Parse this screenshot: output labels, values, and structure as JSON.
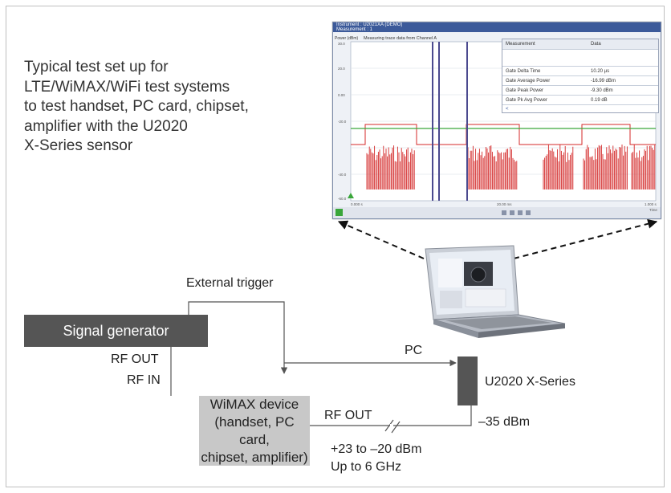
{
  "caption": {
    "lines": [
      "Typical test set up for",
      "LTE/WiMAX/WiFi test systems",
      "to test handset, PC card, chipset,",
      "amplifier with the U2020",
      "X-Series sensor"
    ]
  },
  "blocks": {
    "signal_generator": "Signal generator",
    "wimax_device": {
      "line1": "WiMAX device",
      "line2": "(handset, PC card,",
      "line3": "chipset, amplifier)"
    },
    "sensor": "U2020 X-Series"
  },
  "labels": {
    "external_trigger": "External trigger",
    "rf_out_gen": "RF OUT",
    "rf_in": "RF IN",
    "pc": "PC",
    "rf_out_dev": "RF OUT",
    "power_minus35": "–35 dBm",
    "power_range": "+23 to –20 dBm",
    "freq": "Up to 6 GHz"
  },
  "screen": {
    "title_line1": "Instrument : U2021XA (DEMO)",
    "title_line2": "Measurement : 1",
    "plot_header": "Measuring trace data from Channel A",
    "y_axis_label": "Power (dBm)",
    "y_ticks": [
      "30.0",
      "20.0",
      "0.00",
      "-20.0",
      "-40.0",
      "-60.0"
    ],
    "x_ticks": [
      "0.000 s",
      "20.00 ms",
      "1.000 s"
    ],
    "x_axis_label": "Time",
    "table": {
      "headers": [
        "Measurement",
        "Data"
      ],
      "rows": [
        [
          "Gate Delta Time",
          "10.20 µs"
        ],
        [
          "Gate Average Power",
          "-16.99 dBm"
        ],
        [
          "Gate Peak Power",
          "-9.30 dBm"
        ],
        [
          "Gate Pk Avg Power",
          "0.19 dB"
        ]
      ]
    }
  },
  "colors": {
    "trace": "#d42a2a",
    "reference_line": "#3aa63a",
    "markers": "#4b4a8f",
    "dark_block": "#555555",
    "light_block": "#c8c8c8"
  }
}
